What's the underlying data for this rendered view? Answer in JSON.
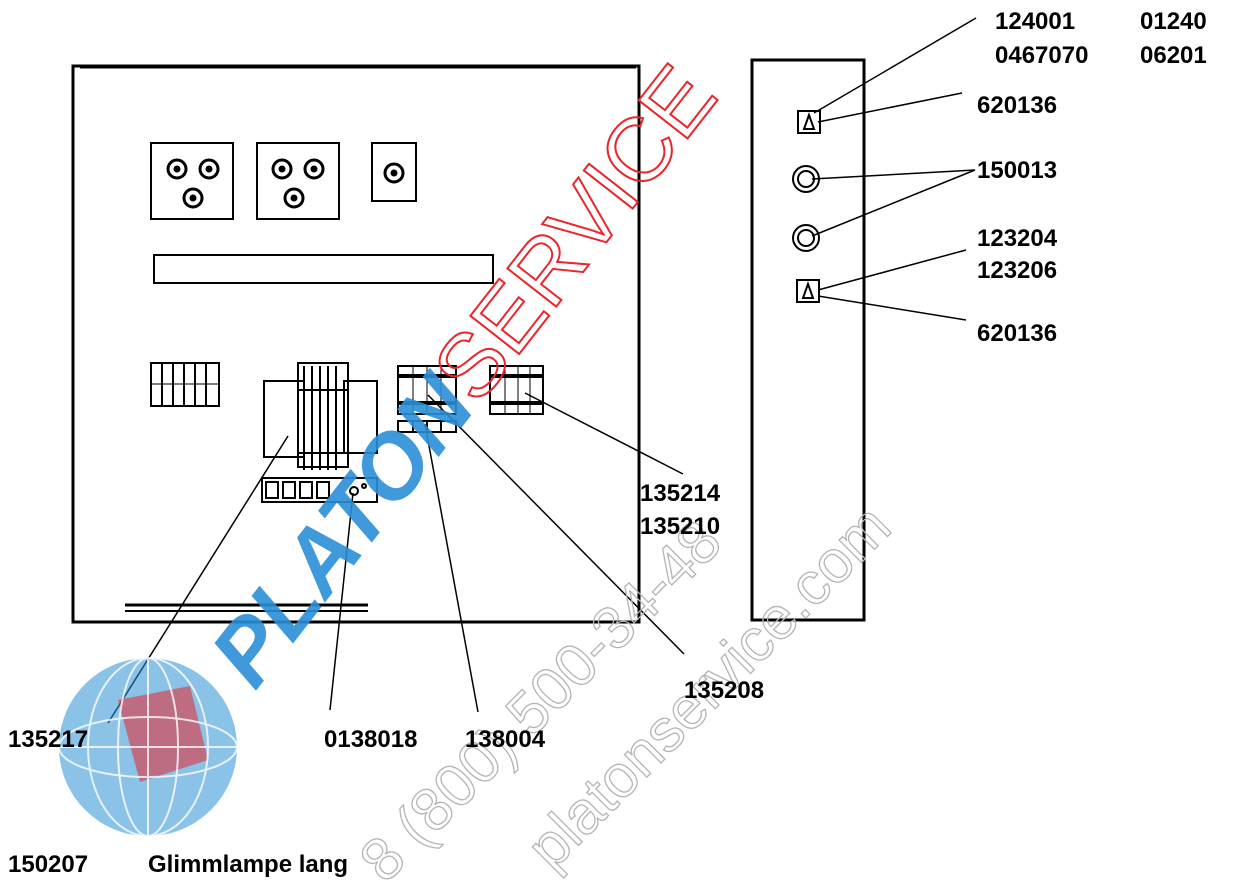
{
  "labels": {
    "top_right_a": "124001",
    "top_right_b": "01240",
    "top_right_c": "0467070",
    "top_right_d": "06201",
    "fuse_holder_top": "620136",
    "lamp_sockets": "150013",
    "fuse_a": "123204",
    "fuse_b": "123206",
    "fuse_holder_bottom": "620136",
    "relay_a": "135214",
    "relay_b": "135210",
    "relay_center": "135208",
    "relay_left": "135217",
    "terminal_block": "0138018",
    "base_block": "138004"
  },
  "legend": {
    "code": "150207",
    "description": "Glimmlampe lang"
  },
  "watermark": {
    "brand_blue": "PLATON",
    "brand_red": "SERVICE",
    "phone": "8 (800) 500-34-48",
    "site": "platonservice.com",
    "color_blue": "#2b8fd6",
    "color_red": "#e8262b"
  }
}
